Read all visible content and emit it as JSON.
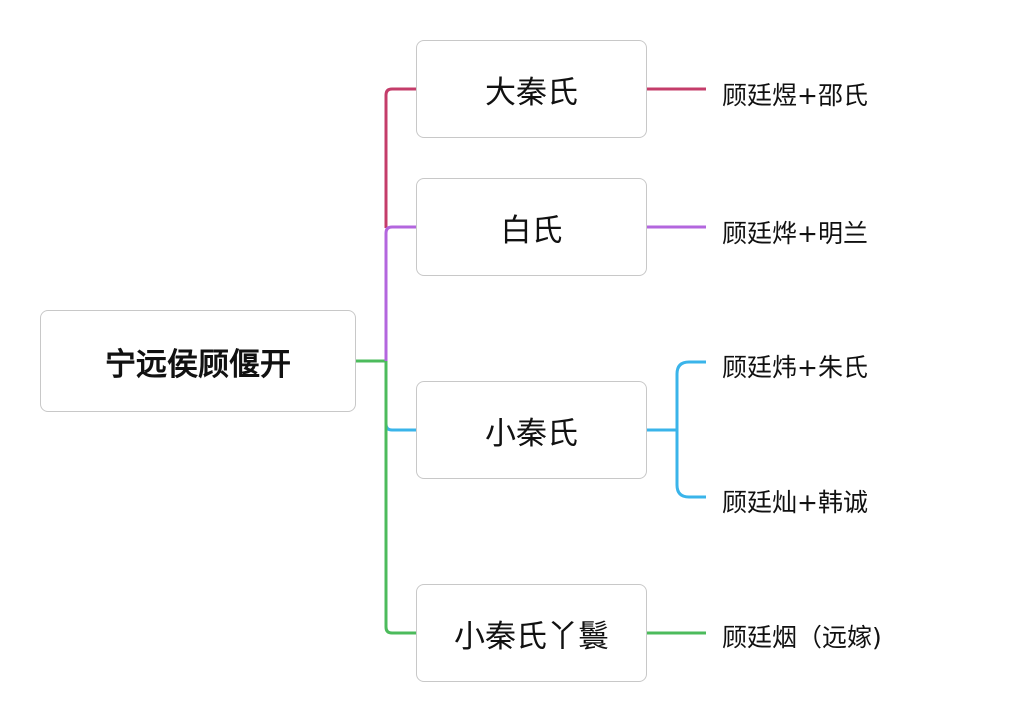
{
  "root": {
    "label": "宁远侯顾偃开"
  },
  "branches": [
    {
      "label": "大秦氏",
      "color": "#c43c6a",
      "children": [
        "顾廷煜+邵氏"
      ]
    },
    {
      "label": "白氏",
      "color": "#b366de",
      "children": [
        "顾廷烨+明兰"
      ]
    },
    {
      "label": "小秦氏",
      "color": "#3ab4ea",
      "children": [
        "顾廷炜+朱氏",
        "顾廷灿+韩诚"
      ]
    },
    {
      "label": "小秦氏丫鬟",
      "color": "#4cbb5c",
      "children": [
        "顾廷烟（远嫁)"
      ]
    }
  ]
}
